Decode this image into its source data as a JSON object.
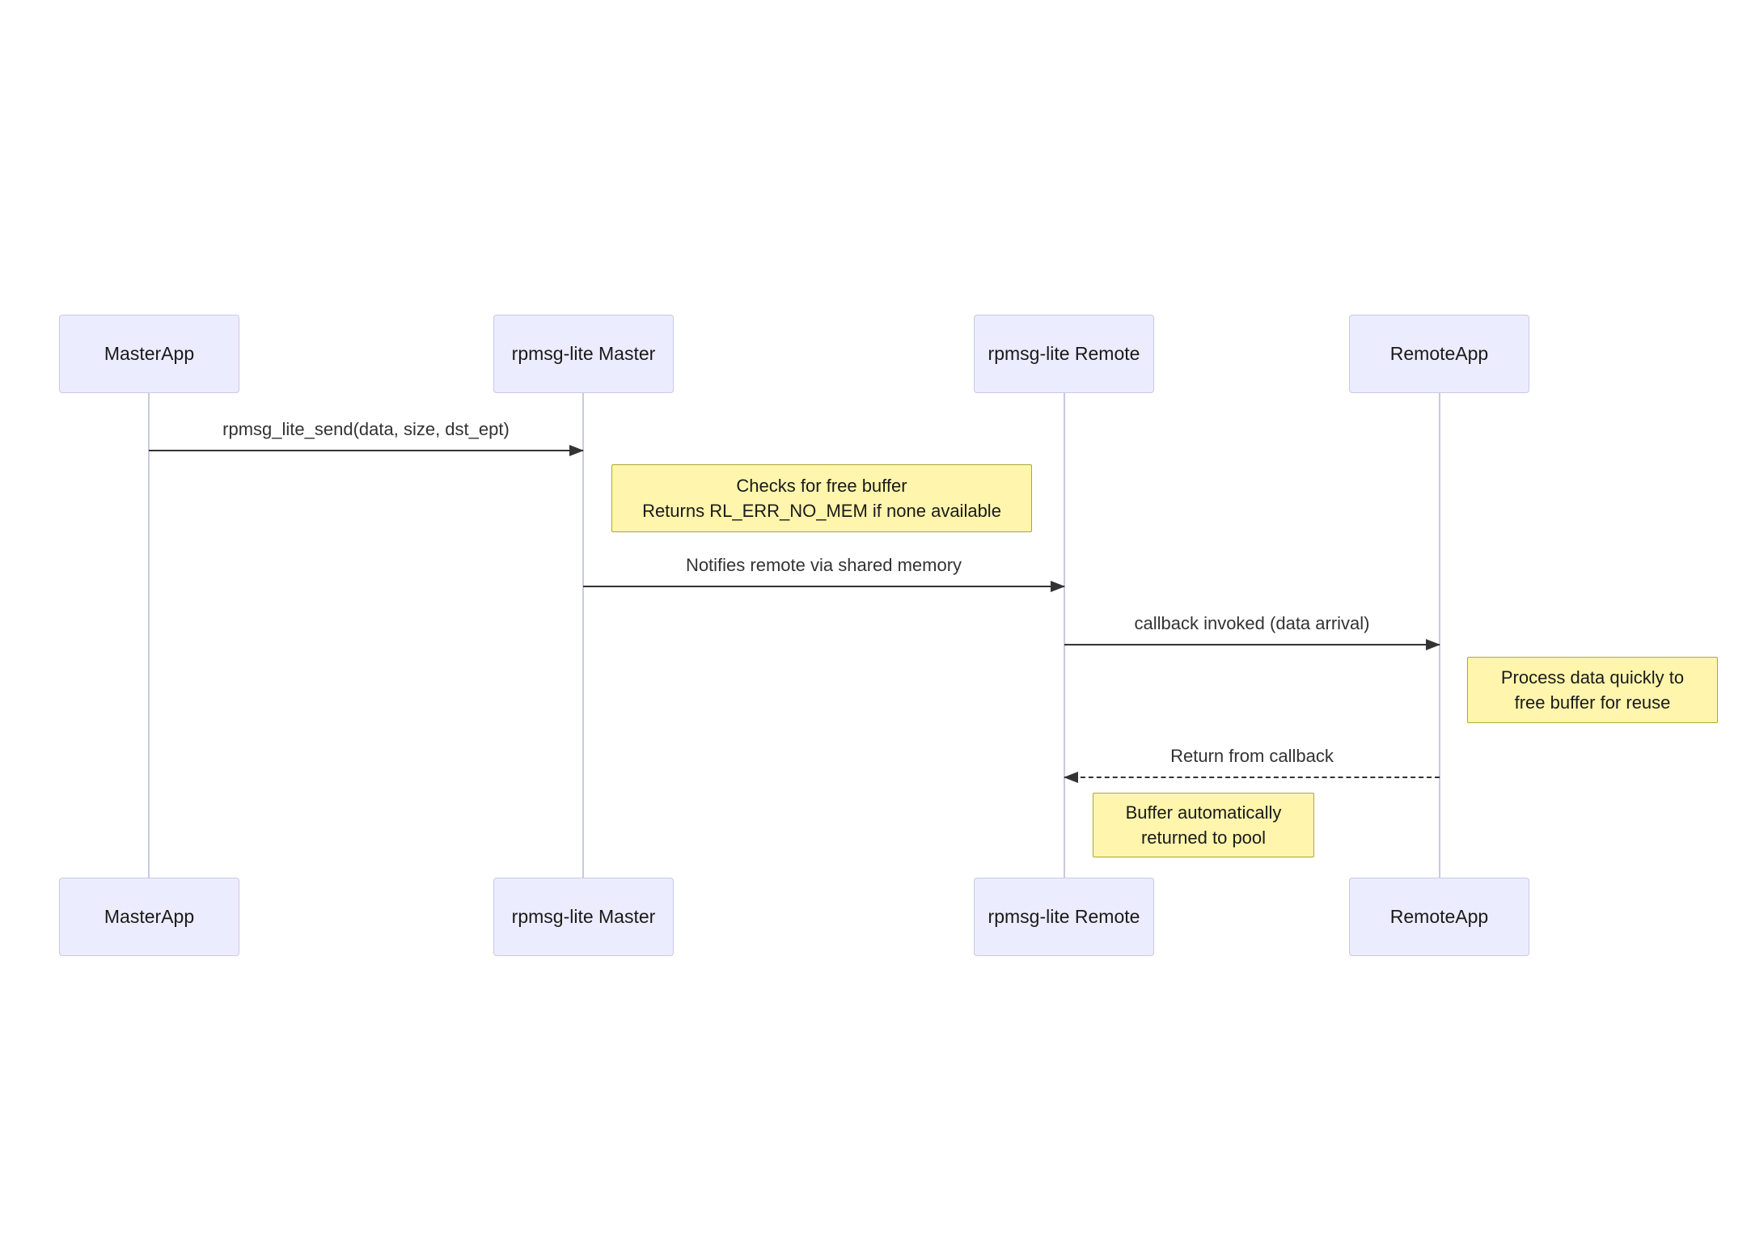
{
  "diagram": {
    "type": "sequence",
    "actors": [
      {
        "label": "MasterApp"
      },
      {
        "label": "rpmsg-lite Master"
      },
      {
        "label": "rpmsg-lite Remote"
      },
      {
        "label": "RemoteApp"
      }
    ],
    "messages": [
      {
        "from": "MasterApp",
        "to": "rpmsg-lite Master",
        "label": "rpmsg_lite_send(data, size, dst_ept)",
        "line": "solid",
        "direction": "right"
      },
      {
        "from": "rpmsg-lite Master",
        "to": "rpmsg-lite Remote",
        "label": "Notifies remote via shared memory",
        "line": "solid",
        "direction": "right"
      },
      {
        "from": "rpmsg-lite Remote",
        "to": "RemoteApp",
        "label": "callback invoked (data arrival)",
        "line": "solid",
        "direction": "right"
      },
      {
        "from": "RemoteApp",
        "to": "rpmsg-lite Remote",
        "label": "Return from callback",
        "line": "dashed",
        "direction": "left"
      }
    ],
    "notes": [
      {
        "line1": "Checks for free buffer",
        "line2": "Returns RL_ERR_NO_MEM if none available",
        "position": "right of rpmsg-lite Master"
      },
      {
        "line1": "Process data quickly to",
        "line2": "free buffer for reuse",
        "position": "right of RemoteApp"
      },
      {
        "line1": "Buffer automatically",
        "line2": "returned to pool",
        "position": "right of rpmsg-lite Remote"
      }
    ],
    "colors": {
      "actor_fill": "#ECECFF",
      "actor_border": "#C9C9E8",
      "note_fill": "#FFF5AD",
      "note_border": "#AAAA33",
      "lifeline": "#C9C9E0",
      "arrow": "#333333"
    }
  }
}
